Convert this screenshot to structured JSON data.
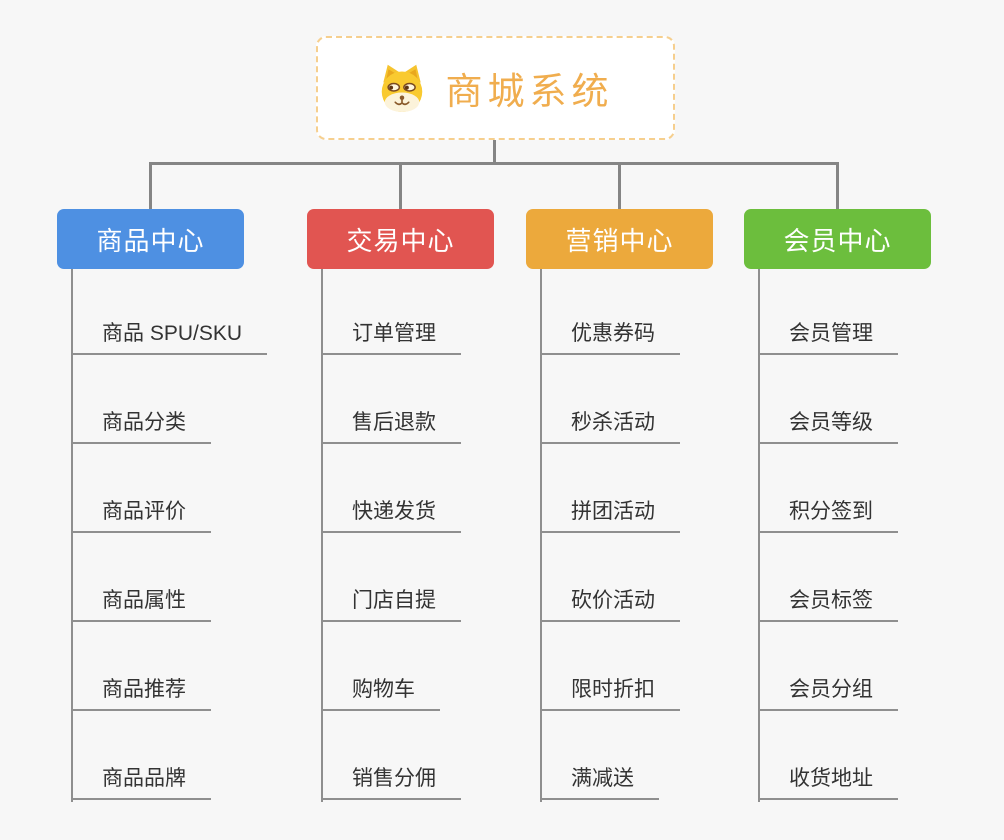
{
  "root": {
    "title": "商城系统",
    "icon": "dog-face-icon",
    "title_color": "#f0ad4e",
    "border_color": "#f6cf8e"
  },
  "connectors": {
    "main_line_color": "#858585",
    "branch_line_color": "#8f8f8f"
  },
  "branches": [
    {
      "label": "商品中心",
      "color": "#4e90e2",
      "items": [
        "商品 SPU/SKU",
        "商品分类",
        "商品评价",
        "商品属性",
        "商品推荐",
        "商品品牌"
      ]
    },
    {
      "label": "交易中心",
      "color": "#e15551",
      "items": [
        "订单管理",
        "售后退款",
        "快递发货",
        "门店自提",
        "购物车",
        "销售分佣"
      ]
    },
    {
      "label": "营销中心",
      "color": "#eca93c",
      "items": [
        "优惠券码",
        "秒杀活动",
        "拼团活动",
        "砍价活动",
        "限时折扣",
        "满减送"
      ]
    },
    {
      "label": "会员中心",
      "color": "#6cbe3d",
      "items": [
        "会员管理",
        "会员等级",
        "积分签到",
        "会员标签",
        "会员分组",
        "收货地址"
      ]
    }
  ]
}
